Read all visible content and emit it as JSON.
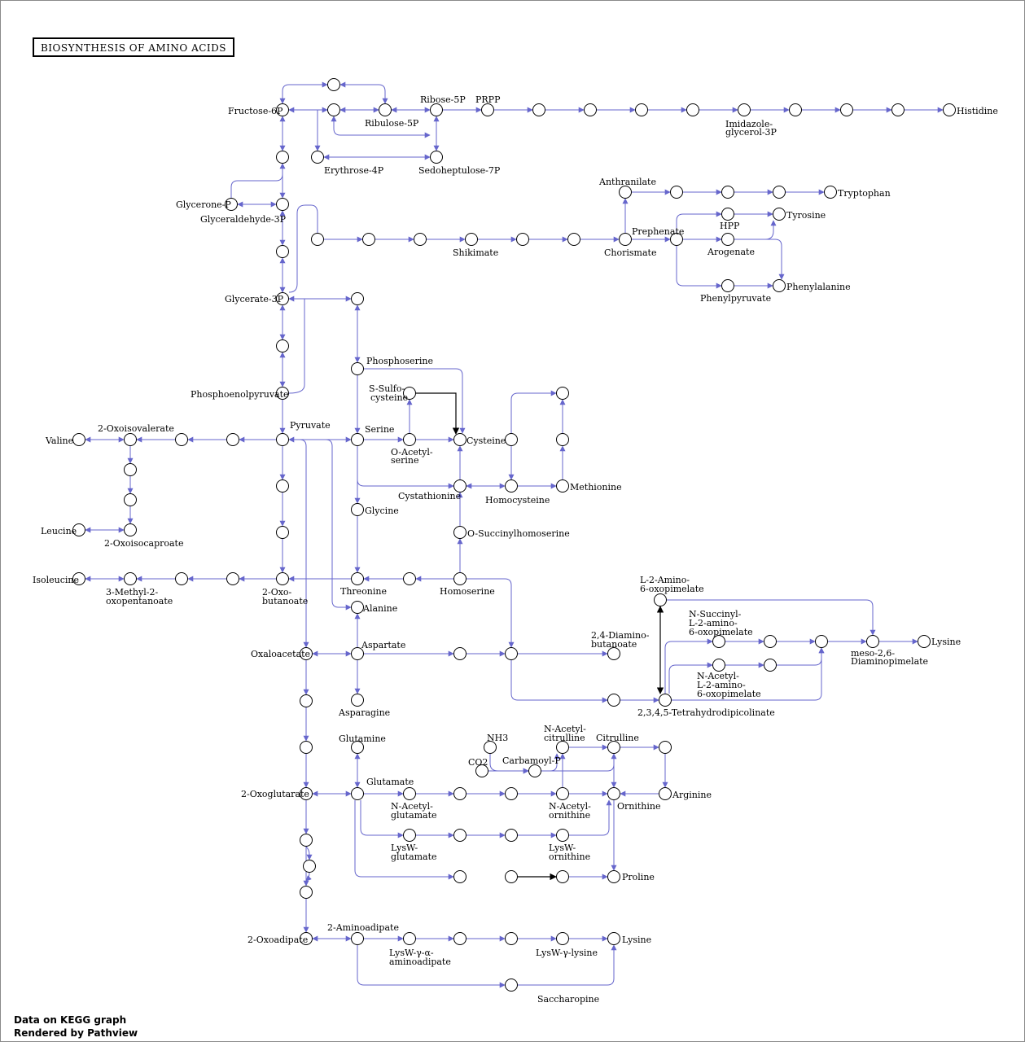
{
  "title": "BIOSYNTHESIS OF AMINO ACIDS",
  "footer": {
    "line1": "Data on KEGG graph",
    "line2": "Rendered by Pathview"
  },
  "colors": {
    "edge": "#6666cc",
    "special_edge": "#000000",
    "node_stroke": "#000000",
    "node_fill": "#ffffff"
  },
  "labels": {
    "fructose_6p": "Fructose-6P",
    "ribose_5p": "Ribose-5P",
    "prpp": "PRPP",
    "ribulose_5p": "Ribulose-5P",
    "erythrose_4p": "Erythrose-4P",
    "sedoheptulose_7p": "Sedoheptulose-7P",
    "imidazole_1": "Imidazole-",
    "imidazole_2": "glycerol-3P",
    "histidine": "Histidine",
    "glycerone_p": "Glycerone-P",
    "glyceraldehyde_3p": "Glyceraldehyde-3P",
    "anthranilate": "Anthranilate",
    "tryptophan": "Tryptophan",
    "tyrosine": "Tyrosine",
    "hpp": "HPP",
    "prephenate": "Prephenate",
    "shikimate": "Shikimate",
    "chorismate": "Chorismate",
    "arogenate": "Arogenate",
    "phenylalanine": "Phenylalanine",
    "phenylpyruvate": "Phenylpyruvate",
    "glycerate_3p": "Glycerate-3P",
    "phosphoserine": "Phosphoserine",
    "s_sulfo_1": "S-Sulfo-",
    "s_sulfo_2": "cysteine",
    "phosphoenolpyruvate": "Phosphoenolpyruvate",
    "pyruvate": "Pyruvate",
    "serine": "Serine",
    "cysteine": "Cysteine",
    "o_acetyl_1": "O-Acetyl-",
    "o_acetyl_2": "serine",
    "valine": "Valine",
    "oxoisovalerate": "2-Oxoisovalerate",
    "cystathionine": "Cystathionine",
    "homocysteine": "Homocysteine",
    "methionine": "Methionine",
    "glycine": "Glycine",
    "leucine": "Leucine",
    "oxoisocaproate": "2-Oxoisocaproate",
    "o_succinylhomoserine": "O-Succinylhomoserine",
    "isoleucine": "Isoleucine",
    "methyl_oxo_1": "3-Methyl-2-",
    "methyl_oxo_2": "oxopentanoate",
    "oxobutanoate_1": "2-Oxo-",
    "oxobutanoate_2": "butanoate",
    "threonine": "Threonine",
    "homoserine": "Homoserine",
    "l2_amino_1": "L-2-Amino-",
    "l2_amino_2": "6-oxopimelate",
    "alanine": "Alanine",
    "n_succinyl_1": "N-Succinyl-",
    "n_succinyl_2": "L-2-amino-",
    "n_succinyl_3": "6-oxopimelate",
    "diaminobutanoate_1": "2,4-Diamino-",
    "diaminobutanoate_2": "butanoate",
    "oxaloacetate": "Oxaloacetate",
    "aspartate": "Aspartate",
    "lysine_1": "Lysine",
    "meso_1": "meso-2,6-",
    "meso_2": "Diaminopimelate",
    "n_acetyl_l2_1": "N-Acetyl-",
    "n_acetyl_l2_2": "L-2-amino-",
    "n_acetyl_l2_3": "6-oxopimelate",
    "tetrahydrodipicolinate": "2,3,4,5-Tetrahydrodipicolinate",
    "asparagine": "Asparagine",
    "glutamine": "Glutamine",
    "nh3": "NH3",
    "n_acetylcitrulline_1": "N-Acetyl-",
    "n_acetylcitrulline_2": "citrulline",
    "citrulline": "Citrulline",
    "co2": "CO2",
    "carbamoyl_p": "Carbamoyl-P",
    "oxoglutarate": "2-Oxoglutarate",
    "glutamate": "Glutamate",
    "arginine": "Arginine",
    "n_acetylglutamate_1": "N-Acetyl-",
    "n_acetylglutamate_2": "glutamate",
    "n_acetylornithine_1": "N-Acetyl-",
    "n_acetylornithine_2": "ornithine",
    "ornithine": "Ornithine",
    "lysw_glutamate_1": "LysW-",
    "lysw_glutamate_2": "glutamate",
    "lysw_ornithine_1": "LysW-",
    "lysw_ornithine_2": "ornithine",
    "proline": "Proline",
    "oxoadipate": "2-Oxoadipate",
    "aminoadipate": "2-Aminoadipate",
    "lysine_2": "Lysine",
    "lysw_aminoadipate_1": "LysW-γ-α-",
    "lysw_aminoadipate_2": "aminoadipate",
    "lysw_lysine": "LysW-γ-lysine",
    "saccharopine": "Saccharopine"
  }
}
